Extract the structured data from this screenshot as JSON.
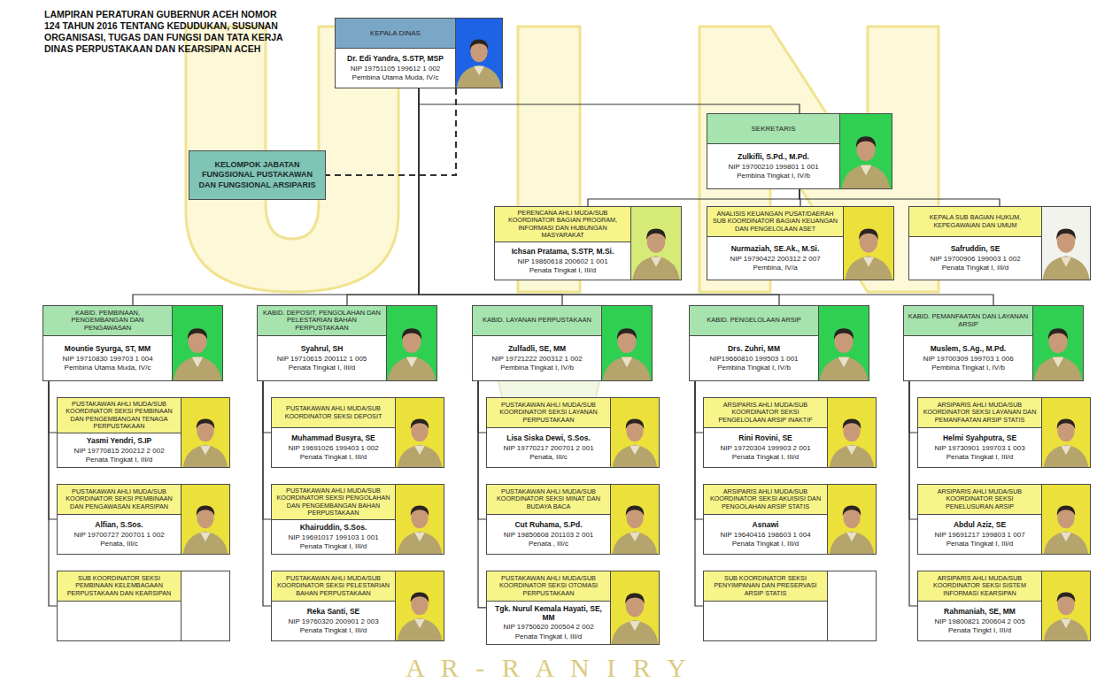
{
  "diagram": {
    "title": "LAMPIRAN PERATURAN GUBERNUR ACEH NOMOR 124 TAHUN 2016 TENTANG KEDUDUKAN, SUSUNAN ORGANISASI, TUGAS DAN FUNGSI DAN TATA KERJA DINAS PERPUSTAKAAN DAN KEARSIPAN ACEH",
    "nodes": [
      {
        "text": [
          "KEPALA DINAS",
          "Dr. Edi Yandra, S.STP, MSP",
          "NIP 19751105 199612 1 002",
          "Pembina Utama Muda, IV/c"
        ]
      },
      {
        "text": [
          "KELOMPOK JABATAN FUNGSIONAL PUSTAKAWAN DAN FUNGSIONAL ARSIPARIS"
        ]
      },
      {
        "text": [
          "SEKRETARIS",
          "Zulkifli, S.Pd., M.Pd.",
          "NIP 19700210 199801 1 001",
          "Pembina Tingkat I, IV/b"
        ]
      },
      {
        "text": [
          "PERENCANA AHLI MUDA/SUB KOORDINATOR BAGIAN PROGRAM, INFORMASI DAN HUBUNGAN MASYARAKAT",
          "Ichsan Pratama, S.STP, M.Si.",
          "NIP 19860618 200602 1 001",
          "Penata Tingkat I, III/d"
        ]
      },
      {
        "text": [
          "ANALISIS KEUANGAN PUSAT/DAERAH SUB KOORDINATOR BAGIAN KEUANGAN DAN PENGELOLAAN ASET",
          "Nurmaziah, SE.Ak., M.Si.",
          "NIP 19790422 200312 2 007",
          "Pembina, IV/a"
        ]
      },
      {
        "text": [
          "KEPALA SUB BAGIAN HUKUM, KEPEGAWAIAN DAN UMUM",
          "Safruddin, SE",
          "NIP 19700906 199003 1 002",
          "Penata Tingkat I, III/d"
        ]
      },
      {
        "text": [
          "KABID. PEMBINAAN, PENGEMBANGAN DAN PENGAWASAN",
          "Mountie Syurga, ST, MM",
          "NIP 19710830 199703 1 004",
          "Pembina Utama Muda, IV/c"
        ]
      },
      {
        "text": [
          "PUSTAKAWAN AHLI MUDA/SUB KOORDINATOR SEKSI PEMBINAAN DAN PENGEMBANGAN TENAGA PERPUSTAKAAN",
          "Yasmi Yendri, S.IP",
          "NIP 19770815 200212 2 002",
          "Penata Tingkat I, III/d"
        ]
      },
      {
        "text": [
          "PUSTAKAWAN AHLI MUDA/SUB KOORDINATOR SEKSI PEMBINAAN DAN PENGAWASAN KEARSIPAN",
          "Alfian, S.Sos.",
          "NIP 19700727 200701 1 002",
          "Penata, III/c"
        ]
      },
      {
        "text": [
          "SUB KOORDINATOR SEKSI PEMBINAAN KELEMBAGAAN PERPUSTAKAAN DAN KEARSIPAN"
        ]
      },
      {
        "text": [
          "KABID. DEPOSIT, PENGOLAHAN DAN PELESTARIAN BAHAN PERPUSTAKAAN",
          "Syahrul, SH",
          "NIP 19710615 200112 1 005",
          "Penata Tingkat I, III/d"
        ]
      },
      {
        "text": [
          "PUSTAKAWAN AHLI MUDA/SUB KOORDINATOR SEKSI DEPOSIT",
          "Muhammad Busyra, SE",
          "NIP 19691026 199403 1 002",
          "Penata Tingkat I, III/d"
        ]
      },
      {
        "text": [
          "PUSTAKAWAN AHLI MUDA/SUB KOORDINATOR SEKSI PENGOLAHAN DAN PENGEMBANGAN BAHAN PERPUSTAKAAN",
          "Khairuddin, S.Sos.",
          "NIP 19691017 199103 1 001",
          "Penata Tingkat I, III/d"
        ]
      },
      {
        "text": [
          "PUSTAKAWAN AHLI MUDA/SUB KOORDINATOR SEKSI PELESTARIAN BAHAN PERPUSTAKAAN",
          "Reka Santi, SE",
          "NIP 19760320 200901 2 003",
          "Penata Tingkat I, III/d"
        ]
      },
      {
        "text": [
          "KABID. LAYANAN PERPUSTAKAAN",
          "Zulfadli, SE, MM",
          "NIP 19721222 200312 1 002",
          "Pembina Tingkat I, IV/b"
        ]
      },
      {
        "text": [
          "PUSTAKAWAN AHLI MUDA/SUB KOORDINATOR SEKSI LAYANAN PERPUSTAKAAN",
          "Lisa Siska Dewi, S.Sos.",
          "NIP 19770217 200701 2 001",
          "Penata, III/c"
        ]
      },
      {
        "text": [
          "PUSTAKAWAN AHLI MUDA/SUB KOORDINATOR SEKSI MINAT DAN BUDAYA BACA",
          "Cut Ruhama, S.Pd.",
          "NIP 19850608 201103 2 001",
          "Penata , III/c"
        ]
      },
      {
        "text": [
          "PUSTAKAWAN AHLI MUDA/SUB KOORDINATOR SEKSI OTOMASI PERPUSTAKAAN",
          "Tgk. Nurul Kemala Hayati, SE, MM",
          "NIP 19750620 200504 2 002",
          "Penata Tingkat I, III/d"
        ]
      },
      {
        "text": [
          "KABID. PENGELOLAAN ARSIP",
          "Drs. Zuhri, MM",
          "NIP19660810 199503 1 001",
          "Pembina Tingkat I, IV/b"
        ]
      },
      {
        "text": [
          "ARSIPARIS AHLI MUDA/SUB KOORDINATOR SEKSI PENGELOLAAN ARSIP INAKTIF",
          "Rini Rovini, SE",
          "NIP 19720304 199903 2 001",
          "Penata Tingkat I, III/d"
        ]
      },
      {
        "text": [
          "ARSIPARIS AHLI MUDA/SUB KOORDINATOR SEKSI AKUISISI DAN PENGOLAHAN ARSIP STATIS",
          "Asnawi",
          "NIP 19640416 198603 1 004",
          "Penata Tingkat I, III/d"
        ]
      },
      {
        "text": [
          "SUB KOORDINATOR SEKSI PENYIMPANAN DAN PRESERVASI ARSIP STATIS"
        ]
      },
      {
        "text": [
          "KABID. PEMANFAATAN DAN LAYANAN ARSIP",
          "Muslem, S.Ag., M.Pd.",
          "NIP 19700309 199703 1 006",
          "Pembina Tingkat I, IV/b"
        ]
      },
      {
        "text": [
          "ARSIPARIS AHLI MUDA/SUB KOORDINATOR SEKSI LAYANAN DAN PEMANFAATAN ARSIP STATIS",
          "Helmi Syahputra, SE",
          "NIP 19730901 199703 1 003",
          "Penata Tingkat I, III/d"
        ]
      },
      {
        "text": [
          "ARSIPARIS AHLI MUDA/SUB KOORDINATOR SEKSI PENELUSURAN ARSIP",
          "Abdul Aziz, SE",
          "NIP 19691217 199803 1 007",
          "Penata Tingkat I, III/d"
        ]
      },
      {
        "text": [
          "ARSIPARIS AHLI MUDA/SUB KOORDINATOR SEKSI SISTEM INFORMASI KEARSIPAN",
          "Rahmaniah, SE, MM",
          "NIP 19800821 200604 2 005",
          "Penata Tingkt I, III/d"
        ]
      }
    ],
    "edges": [
      {
        "from": 0,
        "to": 1,
        "arrow": "none"
      },
      {
        "from": 0,
        "to": 2,
        "arrow": "none"
      },
      {
        "from": 2,
        "to": 3,
        "arrow": "none"
      },
      {
        "from": 2,
        "to": 4,
        "arrow": "none"
      },
      {
        "from": 2,
        "to": 5,
        "arrow": "none"
      },
      {
        "from": 0,
        "to": 6,
        "arrow": "none"
      },
      {
        "from": 0,
        "to": 10,
        "arrow": "none"
      },
      {
        "from": 0,
        "to": 14,
        "arrow": "none"
      },
      {
        "from": 0,
        "to": 18,
        "arrow": "none"
      },
      {
        "from": 0,
        "to": 22,
        "arrow": "none"
      },
      {
        "from": 6,
        "to": 7,
        "arrow": "none"
      },
      {
        "from": 6,
        "to": 8,
        "arrow": "none"
      },
      {
        "from": 6,
        "to": 9,
        "arrow": "none"
      },
      {
        "from": 10,
        "to": 11,
        "arrow": "none"
      },
      {
        "from": 10,
        "to": 12,
        "arrow": "none"
      },
      {
        "from": 10,
        "to": 13,
        "arrow": "none"
      },
      {
        "from": 14,
        "to": 15,
        "arrow": "none"
      },
      {
        "from": 14,
        "to": 16,
        "arrow": "none"
      },
      {
        "from": 14,
        "to": 17,
        "arrow": "none"
      },
      {
        "from": 18,
        "to": 19,
        "arrow": "none"
      },
      {
        "from": 18,
        "to": 20,
        "arrow": "none"
      },
      {
        "from": 18,
        "to": 21,
        "arrow": "none"
      },
      {
        "from": 22,
        "to": 23,
        "arrow": "none"
      },
      {
        "from": 22,
        "to": 24,
        "arrow": "none"
      },
      {
        "from": 22,
        "to": 25,
        "arrow": "none"
      }
    ],
    "labels": [
      "A R - R A N I R Y"
    ]
  }
}
